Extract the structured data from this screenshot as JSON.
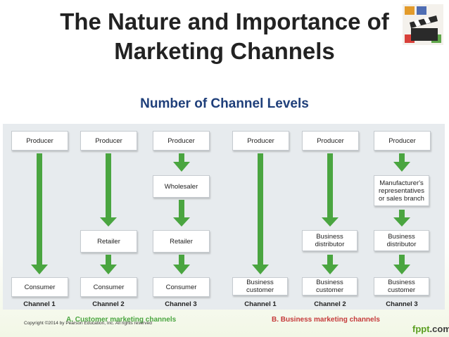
{
  "title": {
    "line1": "The Nature and Importance of",
    "line2": "Marketing Channels"
  },
  "subtitle": "Number of Channel Levels",
  "colors": {
    "arrow": "#4aa540",
    "subtitle": "#1f3f7a",
    "consumer_section": "#4aa540",
    "business_section": "#c53a3a"
  },
  "consumer_channels": {
    "section_label": "A. Customer marketing channels",
    "producer": "Producer",
    "wholesaler": "Wholesaler",
    "retailer": "Retailer",
    "consumer": "Consumer",
    "channel_1": "Channel 1",
    "channel_2": "Channel 2",
    "channel_3": "Channel 3"
  },
  "business_channels": {
    "section_label": "B. Business marketing channels",
    "producer": "Producer",
    "manufacturers_reps": "Manufacturer's representatives or sales branch",
    "business_distributor": "Business distributor",
    "business_customer": "Business customer",
    "channel_1": "Channel 1",
    "channel_2": "Channel 2",
    "channel_3": "Channel 3"
  },
  "copyright": "Copyright ©2014 by Pearson Education, Inc. All rights reserved",
  "footer_logo": {
    "text": "fppt",
    "suffix": ".com"
  }
}
